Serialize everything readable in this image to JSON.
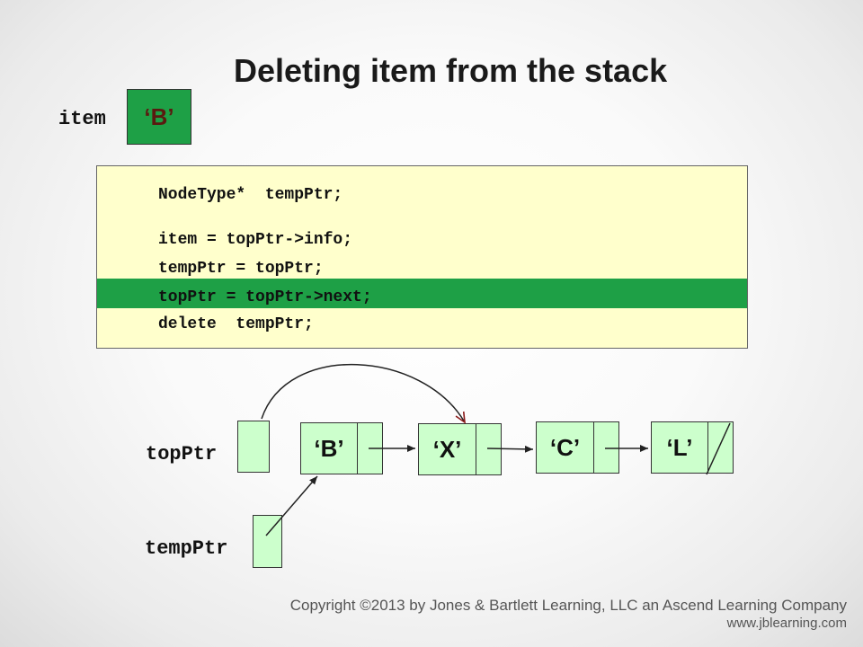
{
  "title": "Deleting item from the stack",
  "item": {
    "label": "item",
    "value": "‘B’"
  },
  "code": {
    "lines": [
      "NodeType*  tempPtr;",
      "item = topPtr->info;",
      "tempPtr = topPtr;",
      "topPtr = topPtr->next;",
      "delete  tempPtr;"
    ],
    "highlighted_line": 3
  },
  "list": {
    "top_pointer_label": "topPtr",
    "temp_pointer_label": "tempPtr",
    "nodes": [
      {
        "info": "‘B’"
      },
      {
        "info": "‘X’"
      },
      {
        "info": "‘C’"
      },
      {
        "info": "‘L’",
        "next": "null"
      }
    ]
  },
  "colors": {
    "highlight": "#1ea046",
    "node_fill": "#ccffcc",
    "code_background": "#ffffcc",
    "item_text": "#5a1a10",
    "arrow_active": "#8b1a1a"
  },
  "copyright": {
    "line1": "Copyright ©2013 by Jones & Bartlett Learning, LLC an Ascend Learning Company",
    "line2": "www.jblearning.com"
  }
}
